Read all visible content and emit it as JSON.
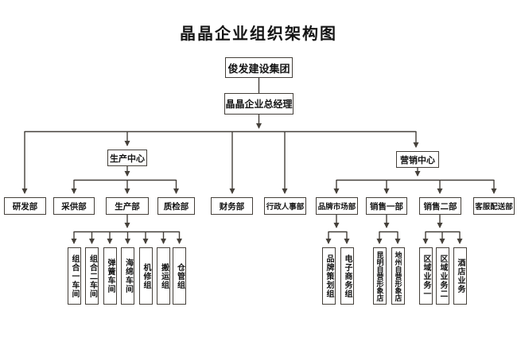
{
  "title": "晶晶企业组织架构图",
  "org": {
    "group": {
      "label": "俊发建设集团"
    },
    "general_manager": {
      "label": "晶晶企业总经理"
    },
    "centers": {
      "production": {
        "label": "生产中心"
      },
      "marketing": {
        "label": "营销中心"
      }
    },
    "departments": [
      {
        "label": "研发部"
      },
      {
        "label": "采供部"
      },
      {
        "label": "生产部"
      },
      {
        "label": "质检部"
      },
      {
        "label": "财务部"
      },
      {
        "label": "行政人事部"
      },
      {
        "label": "品牌市场部"
      },
      {
        "label": "销售一部"
      },
      {
        "label": "销售二部"
      },
      {
        "label": "客服配送部"
      }
    ],
    "production_units": [
      {
        "label": "组合一车间"
      },
      {
        "label": "组合二车间"
      },
      {
        "label": "弹簧车间"
      },
      {
        "label": "海绵车间"
      },
      {
        "label": "机修组"
      },
      {
        "label": "搬运组"
      },
      {
        "label": "仓管组"
      }
    ],
    "brand_market_units": [
      {
        "label": "品牌策划组"
      },
      {
        "label": "电子商务组"
      }
    ],
    "sales_one_units": [
      {
        "label": "昆明自营形象店"
      },
      {
        "label": "地州自营形象店"
      }
    ],
    "sales_two_units": [
      {
        "label": "区域业务一"
      },
      {
        "label": "区域业务二"
      },
      {
        "label": "酒店业务"
      }
    ]
  },
  "colors": {
    "line": "#45403a",
    "box_border": "#45403a",
    "text": "#141414",
    "background": "#ffffff"
  }
}
